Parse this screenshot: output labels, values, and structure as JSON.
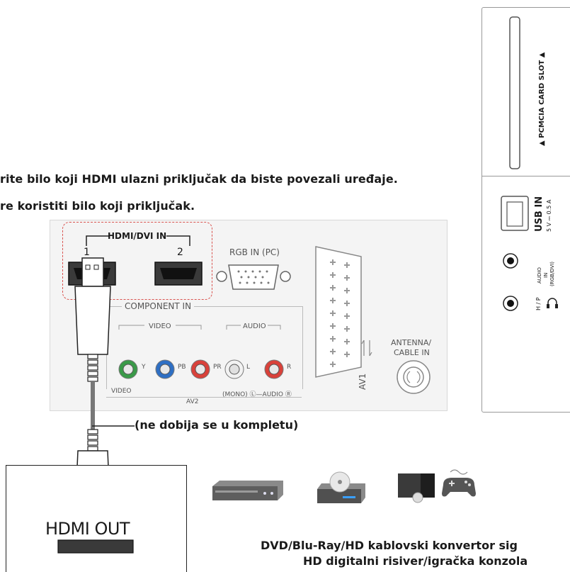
{
  "instructions": {
    "line1": "rite bilo koji HDMI ulazni priključak da biste povezali uređaje.",
    "line2": "re koristiti bilo koji priključak."
  },
  "panel": {
    "hdmi_title": "HDMI/DVI IN",
    "hdmi_port1": "1",
    "hdmi_port2": "2",
    "rgb_label": "RGB IN (PC)",
    "component_label": "COMPONENT IN",
    "video_group": "VIDEO",
    "audio_group": "AUDIO",
    "jack_y": "Y",
    "jack_pb": "PB",
    "jack_pr": "PR",
    "jack_l": "L",
    "jack_r": "R",
    "video_bottom": "VIDEO",
    "av2": "AV2",
    "mono_audio": "(MONO) Ⓛ—AUDIO Ⓡ",
    "av1": "AV1",
    "antenna": "ANTENNA/",
    "cable_in": "CABLE IN"
  },
  "side_panel": {
    "pcmcia": "▲ PCMCIA CARD SLOT ▲",
    "usb_in": "USB IN",
    "usb_spec": "5 V ⎓ 0.5 A",
    "audio_in_1": "AUDIO",
    "audio_in_2": "IN",
    "audio_in_3": "(RGB/DVI)",
    "hp": "H / P"
  },
  "cable_note": "(ne dobija se u kompletu)",
  "device": {
    "hdmi_out": "HDMI OUT"
  },
  "devices_caption": {
    "line1": "DVD/Blu-Ray/HD kablovski konvertor sig",
    "line2": "HD digitalni risiver/igračka konzola"
  },
  "colors": {
    "hdmi_dash": "#d9534f",
    "jack_green": "#3a9a48",
    "jack_blue": "#2e6fc4",
    "jack_red": "#d9413a"
  }
}
